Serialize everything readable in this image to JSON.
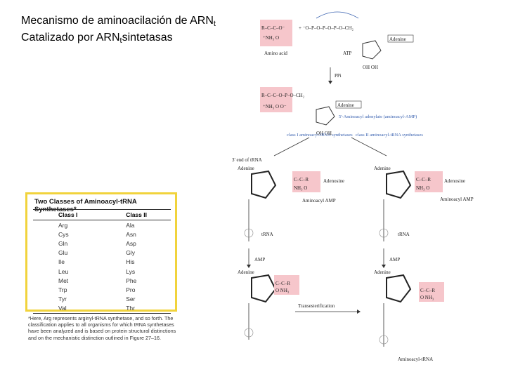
{
  "title": {
    "line1": "Mecanismo de aminoacilación de ARN",
    "line1_sub": "t",
    "line2_pre": "Catalizado por ARN",
    "line2_sub": "t",
    "line2_post": "sintetasas"
  },
  "table": {
    "caption": "Two Classes of Aminoacyl-tRNA Synthetases*",
    "headers": [
      "Class I",
      "Class II"
    ],
    "rows": [
      [
        "Arg",
        "Ala"
      ],
      [
        "Cys",
        "Asn"
      ],
      [
        "Gln",
        "Asp"
      ],
      [
        "Glu",
        "Gly"
      ],
      [
        "Ile",
        "His"
      ],
      [
        "Leu",
        "Lys"
      ],
      [
        "Met",
        "Phe"
      ],
      [
        "Trp",
        "Pro"
      ],
      [
        "Tyr",
        "Ser"
      ],
      [
        "Val",
        "Thr"
      ]
    ],
    "footnote": "*Here, Arg represents arginyl-tRNA synthetase, and so forth. The classification applies to all organisms for which tRNA synthetases have been analyzed and is based on protein structural distinctions and on the mechanistic distinction outlined in Figure 27–16."
  },
  "diagram": {
    "amino_acid_label": "Amino acid",
    "atp_label": "ATP",
    "adenine": "Adenine",
    "ppi": "PPi",
    "adenylate_label": "5'-Aminoacyl adenylate (aminoacyl-AMP)",
    "class1_label": "class I aminoacyl-tRNA synthetases",
    "class2_label": "class II aminoacyl-tRNA synthetases",
    "trna_end": "3' end of tRNA",
    "aminoacyl_amp": "Aminoacyl AMP",
    "amp": "AMP",
    "trna": "tRNA",
    "transesterification": "Transesterification",
    "aminoacyl_trna": "Aminoacyl-tRNA",
    "adenosine": "Adenosine",
    "colors": {
      "highlight": "#f6c6cb",
      "accent": "#3a62b0",
      "table_border": "#f1d33c"
    }
  }
}
